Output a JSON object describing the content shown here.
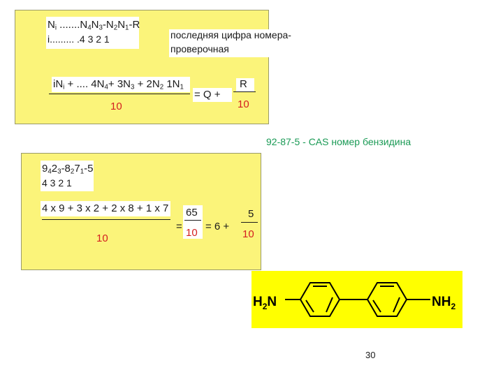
{
  "box1": {
    "formula_N": "N",
    "formula_sub_i": "i",
    "formula_dots": " .......N",
    "formula_sub_4": "4",
    "formula_N3": "N",
    "formula_sub_3": "3",
    "formula_dash_N2": "-N",
    "formula_sub_2": "2",
    "formula_N1": "N",
    "formula_sub_1": "1",
    "formula_R": "-R",
    "index_row": "i......... .4  3   2  1",
    "note_line1": "последняя цифра номера-",
    "note_line2": "проверочная",
    "sum_i": "iN",
    "sum_i_sub": "i",
    "sum_dots": " + .... 4N",
    "sum_sub4": "4",
    "sum_3": "+ 3N",
    "sum_sub3": "3",
    "sum_2": "  + 2N",
    "sum_sub2": "2",
    "sum_1": "  1N",
    "sum_sub1": "1",
    "denominator": "10",
    "equals_q": "=  Q  +",
    "r_label": "R",
    "r_denominator": "10"
  },
  "cas_caption": "92-87-5 -  CAS номер бензидина",
  "box2": {
    "d9": "9",
    "s4": "4",
    "d2": "2",
    "s3": "3",
    "rest1": "-8",
    "s2": "2",
    "d7": "7",
    "s1": "1",
    "tail": "-5",
    "index_row": "4  3   2  1",
    "sum": "4 x 9 + 3 x 2  + 2 x 8 + 1 x 7",
    "denominator": "10",
    "frac1_num": "65",
    "frac1_den": "10",
    "eq1": "=",
    "eq2": "=   6  +",
    "frac2_num": "5",
    "frac2_den": "10"
  },
  "molecule": {
    "left_group": "H",
    "left_sub": "2",
    "left_n": "N",
    "right_group": "NH",
    "right_sub": "2",
    "panel_color": "#ffff00"
  },
  "page_number": "30"
}
